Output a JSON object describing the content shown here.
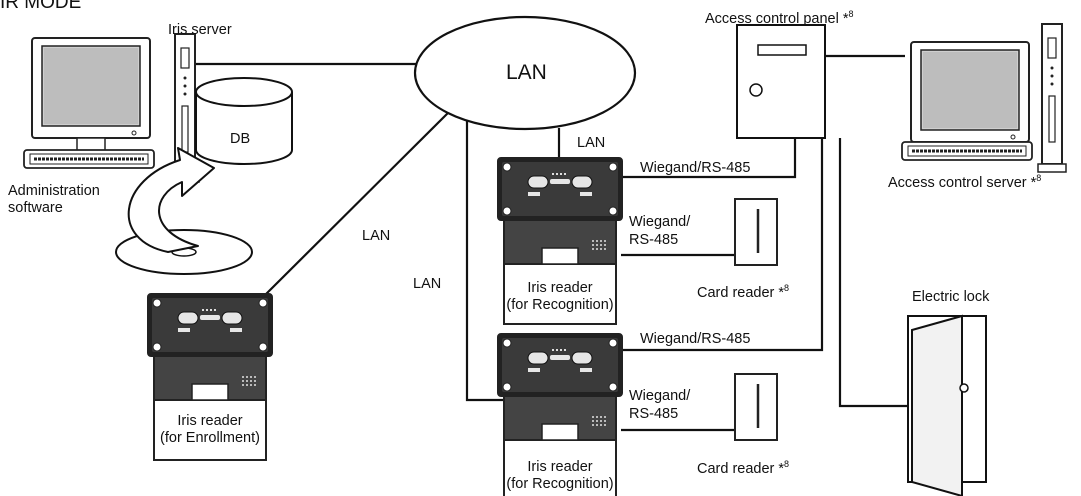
{
  "title": "IR MODE",
  "labels": {
    "iris_server": "Iris server",
    "db": "DB",
    "admin_software_1": "Administration",
    "admin_software_2": "software",
    "lan_cloud": "LAN",
    "lan_left": "LAN",
    "lan_mid": "LAN",
    "lan_top_reader": "LAN",
    "access_panel": "Access control panel *",
    "access_panel_note": "8",
    "access_server": "Access control server *",
    "access_server_note": "8",
    "wiegand_top": "Wiegand/RS-485",
    "wiegand_1a": "Wiegand/",
    "wiegand_1b": "RS-485",
    "wiegand_mid": "Wiegand/RS-485",
    "wiegand_2a": "Wiegand/",
    "wiegand_2b": "RS-485",
    "card_reader_1": "Card reader *",
    "card_reader_1_note": "8",
    "card_reader_2": "Card reader *",
    "card_reader_2_note": "8",
    "electric_lock": "Electric lock",
    "iris_recog_1a": "Iris reader",
    "iris_recog_1b": "(for Recognition)",
    "iris_recog_2a": "Iris reader",
    "iris_recog_2b": "(for Recognition)",
    "iris_enroll_a": "Iris reader",
    "iris_enroll_b": "(for Enrollment)"
  }
}
